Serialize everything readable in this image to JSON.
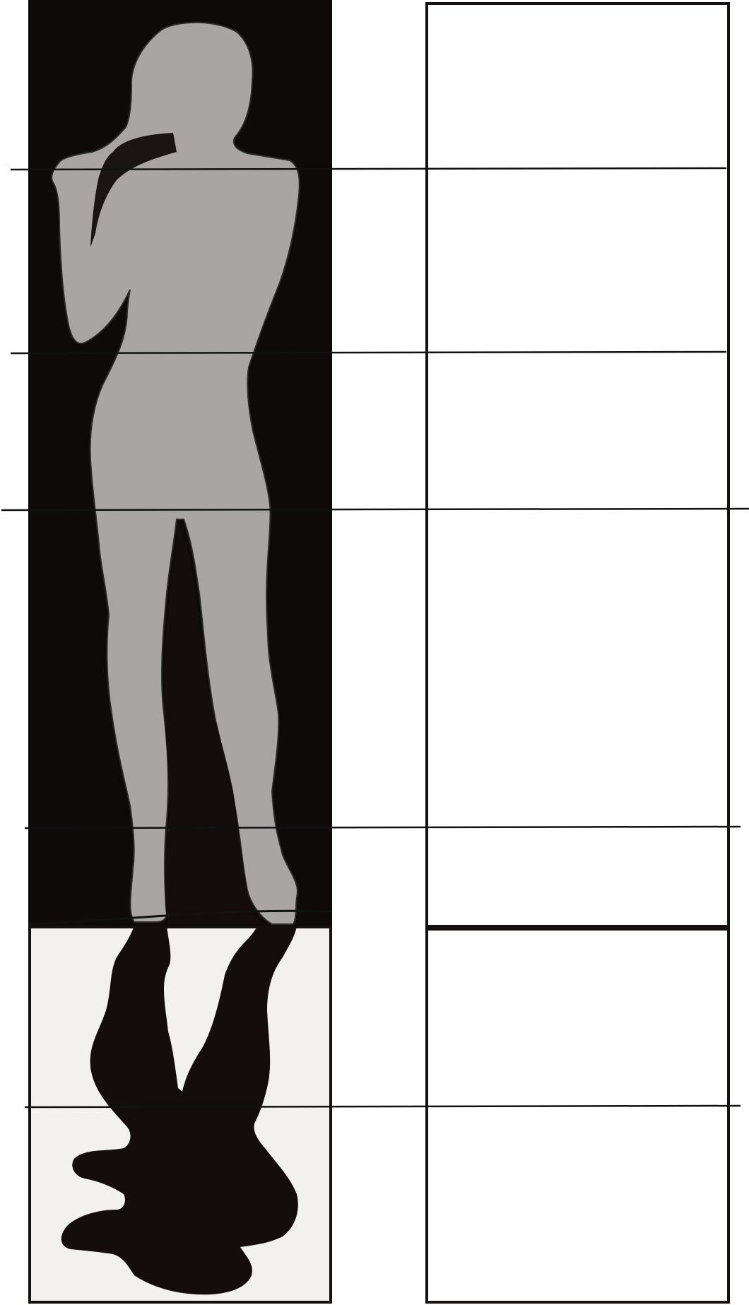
{
  "colors": {
    "background": "#ffffff",
    "upper_panel": "#0e0a0a",
    "figure": "#a8a5a4",
    "shadow": "#140d0d",
    "lower_panel": "#f3f1f0",
    "grid_line": "#111111"
  },
  "shapes": {
    "figure": "standing-figure-silhouette",
    "reflection": "inverted-shadow-silhouette"
  },
  "grid": {
    "horizontal_lines": 5,
    "panels": 4
  }
}
